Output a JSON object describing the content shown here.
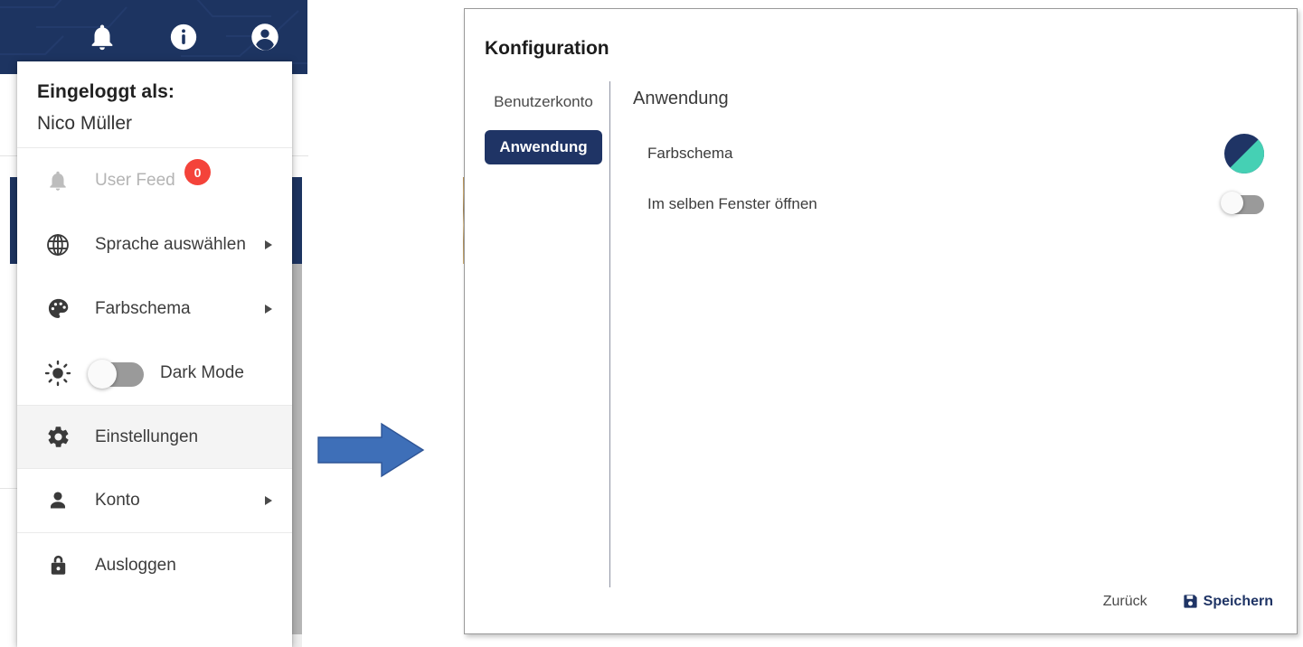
{
  "header": {
    "background_color": "#1d3461",
    "icons": [
      {
        "name": "notifications-bell-icon",
        "label": "Benachrichtigungen"
      },
      {
        "name": "info-icon",
        "label": "Information"
      },
      {
        "name": "account-avatar-icon",
        "label": "Benutzerkonto"
      }
    ]
  },
  "user_menu": {
    "logged_in_label": "Eingeloggt als:",
    "user_name": "Nico Müller",
    "items": [
      {
        "icon": "bell-icon",
        "label": "User Feed",
        "badge": "0",
        "disabled": true,
        "caret": false
      },
      {
        "icon": "globe-icon",
        "label": "Sprache auswählen",
        "caret": true
      },
      {
        "icon": "palette-icon",
        "label": "Farbschema",
        "caret": true
      },
      {
        "icon": "sun-icon",
        "label": "Dark Mode",
        "toggle": true,
        "toggle_on": false
      },
      {
        "icon": "gear-icon",
        "label": "Einstellungen",
        "hovered": true
      },
      {
        "icon": "person-icon",
        "label": "Konto",
        "caret": true
      },
      {
        "icon": "lock-icon",
        "label": "Ausloggen"
      }
    ]
  },
  "arrow": {
    "name": "flow-arrow-right",
    "color": "#3E6FB8",
    "border_color": "#2F5596"
  },
  "config": {
    "title": "Konfiguration",
    "nav": [
      {
        "label": "Benutzerkonto",
        "active": false
      },
      {
        "label": "Anwendung",
        "active": true
      }
    ],
    "content_heading": "Anwendung",
    "settings": [
      {
        "label": "Farbschema",
        "control": "color-swatch",
        "colors": {
          "primary": "#1f3465",
          "secondary": "#45d0b4"
        }
      },
      {
        "label": "Im selben Fenster öffnen",
        "control": "toggle",
        "toggle_on": false
      }
    ],
    "footer": {
      "back_label": "Zurück",
      "save_label": "Speichern",
      "save_icon": "save-floppy-icon"
    },
    "accent_color": "#1f3465"
  }
}
